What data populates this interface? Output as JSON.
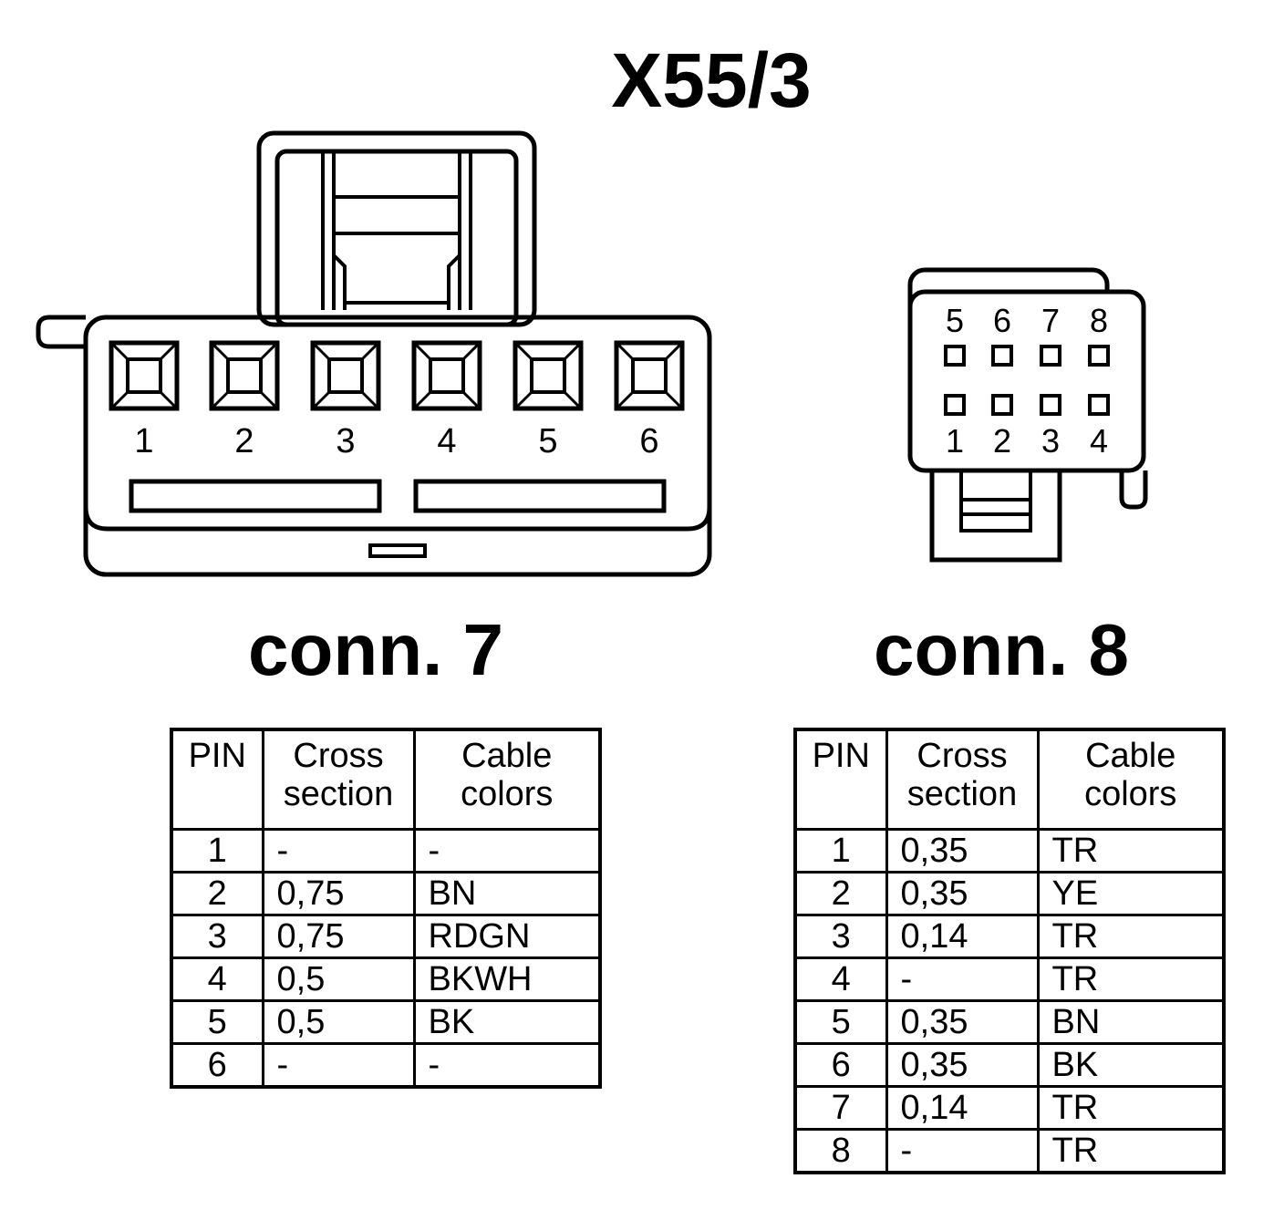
{
  "title": "X55/3",
  "connectors": [
    {
      "label": "conn. 7",
      "pins_visible": [
        "1",
        "2",
        "3",
        "4",
        "5",
        "6"
      ],
      "table": {
        "headers": [
          "PIN",
          "Cross section",
          "Cable colors"
        ],
        "rows": [
          [
            "1",
            "-",
            "-"
          ],
          [
            "2",
            "0,75",
            "BN"
          ],
          [
            "3",
            "0,75",
            "RDGN"
          ],
          [
            "4",
            "0,5",
            "BKWH"
          ],
          [
            "5",
            "0,5",
            "BK"
          ],
          [
            "6",
            "-",
            "-"
          ]
        ]
      }
    },
    {
      "label": "conn. 8",
      "pins_top": [
        "5",
        "6",
        "7",
        "8"
      ],
      "pins_bottom": [
        "1",
        "2",
        "3",
        "4"
      ],
      "table": {
        "headers": [
          "PIN",
          "Cross section",
          "Cable colors"
        ],
        "rows": [
          [
            "1",
            "0,35",
            "TR"
          ],
          [
            "2",
            "0,35",
            "YE"
          ],
          [
            "3",
            "0,14",
            "TR"
          ],
          [
            "4",
            "-",
            "TR"
          ],
          [
            "5",
            "0,35",
            "BN"
          ],
          [
            "6",
            "0,35",
            "BK"
          ],
          [
            "7",
            "0,14",
            "TR"
          ],
          [
            "8",
            "-",
            "TR"
          ]
        ]
      }
    }
  ]
}
